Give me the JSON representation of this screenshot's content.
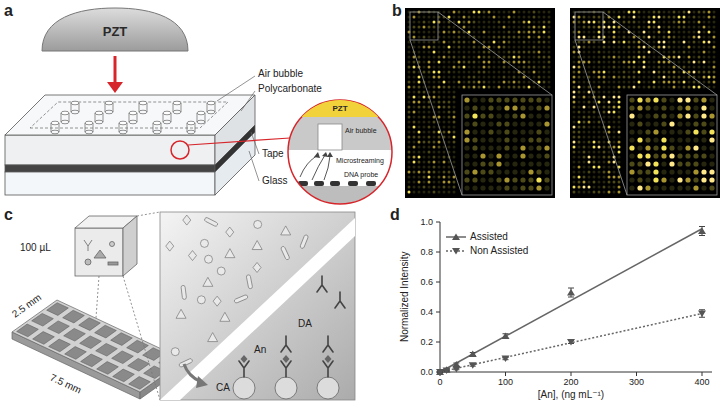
{
  "diagram": {
    "nodes": [
      {
        "text": [
          "PZT"
        ]
      },
      {
        "text": [
          "PZT"
        ]
      }
    ],
    "labels": [
      "a",
      "Air bubble",
      "Polycarbonate",
      "Tape",
      "Glass",
      "Air bubble",
      "Microstreaming",
      "DNA probe",
      "b",
      "c",
      "100 µL",
      "2.5 mm",
      "7.5 mm",
      "DA",
      "An",
      "CA",
      "d",
      "Normalized Intensity",
      "0.0",
      "0.2",
      "0.4",
      "0.6",
      "0.8",
      "1.0",
      "0",
      "100",
      "200",
      "300",
      "400",
      "[An], (ng mL⁻¹)"
    ],
    "legend": [
      {
        "text": "Assisted"
      },
      {
        "text": "Non Assisted"
      }
    ]
  }
}
